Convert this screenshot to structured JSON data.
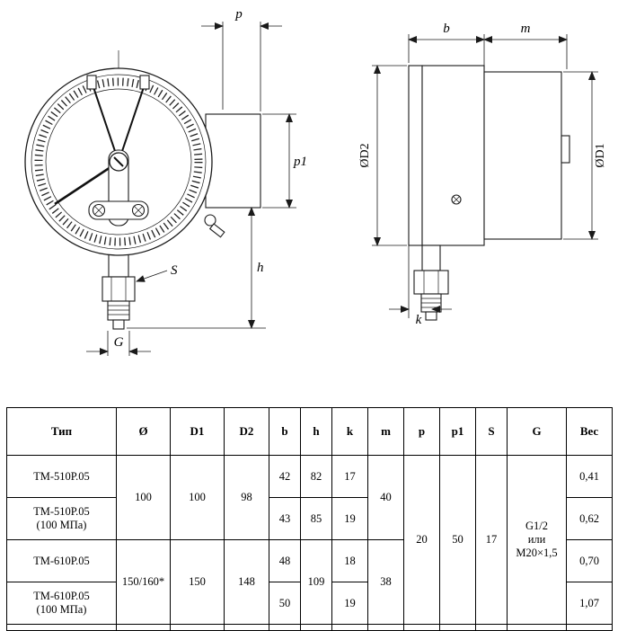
{
  "front_view": {
    "p": "p",
    "p1": "p1",
    "h": "h",
    "s": "S",
    "g": "G"
  },
  "side_view": {
    "b": "b",
    "m": "m",
    "d2": "ØD2",
    "d1": "ØD1",
    "k": "k"
  },
  "table": {
    "headers": {
      "type": "Тип",
      "dia": "Ø",
      "d1": "D1",
      "d2": "D2",
      "b": "b",
      "h": "h",
      "k": "k",
      "m": "m",
      "p": "p",
      "p1": "p1",
      "s": "S",
      "g": "G",
      "weight": "Вес"
    },
    "r1": {
      "type": "ТМ-510Р.05",
      "dia": "100",
      "d1": "100",
      "d2": "98",
      "b": "42",
      "h": "82",
      "k": "17",
      "m": "40",
      "p": "20",
      "p1": "50",
      "s": "17",
      "g": "G1/2\nили\nМ20×1,5",
      "weight": "0,41"
    },
    "r2": {
      "type": "ТМ-510Р.05\n(100 МПа)",
      "b": "43",
      "h": "85",
      "k": "19",
      "weight": "0,62"
    },
    "r3": {
      "type": "ТМ-610Р.05",
      "dia": "150/160*",
      "d1": "150",
      "d2": "148",
      "b": "48",
      "h": "109",
      "k": "18",
      "m": "38",
      "weight": "0,70"
    },
    "r4": {
      "type": "ТМ-610Р.05\n(100 МПа)",
      "b": "50",
      "k": "19",
      "weight": "1,07"
    }
  }
}
